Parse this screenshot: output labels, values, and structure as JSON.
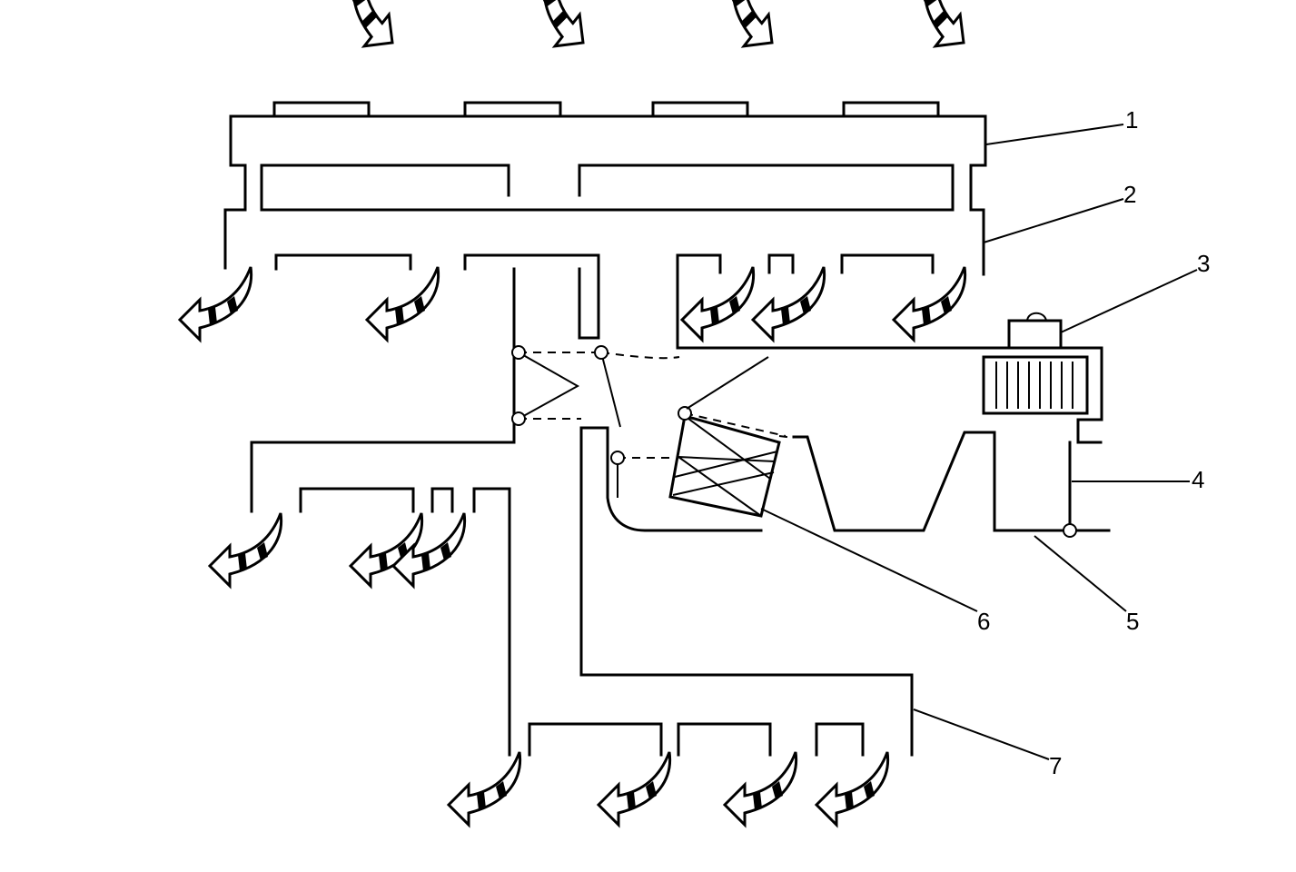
{
  "diagram": {
    "callouts": [
      {
        "id": "1",
        "label": "1"
      },
      {
        "id": "2",
        "label": "2"
      },
      {
        "id": "3",
        "label": "3"
      },
      {
        "id": "4",
        "label": "4"
      },
      {
        "id": "5",
        "label": "5"
      },
      {
        "id": "6",
        "label": "6"
      },
      {
        "id": "7",
        "label": "7"
      }
    ],
    "colors": {
      "line": "#000000",
      "background": "#ffffff"
    },
    "icons": [
      "airflow-arrow-icon",
      "pivot-icon"
    ]
  }
}
